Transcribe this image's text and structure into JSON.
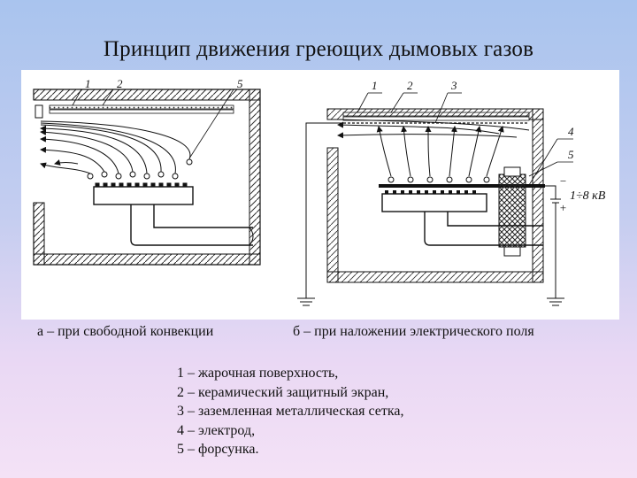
{
  "title": "Принцип движения греющих дымовых газов",
  "captions": {
    "a": "а – при свободной конвекции",
    "b": "б – при наложении электрического поля"
  },
  "diagram": {
    "left_labels": [
      "1",
      "2",
      "5"
    ],
    "right_labels": [
      "1",
      "2",
      "3",
      "4",
      "5"
    ],
    "voltage_label": "1÷8 кВ",
    "minus_sign": "−",
    "plus_sign": "+"
  },
  "legend": [
    "1 – жарочная поверхность,",
    "2 – керамический защитный экран,",
    "3 – заземленная металлическая сетка,",
    "4 – электрод,",
    "5 – форсунка."
  ]
}
